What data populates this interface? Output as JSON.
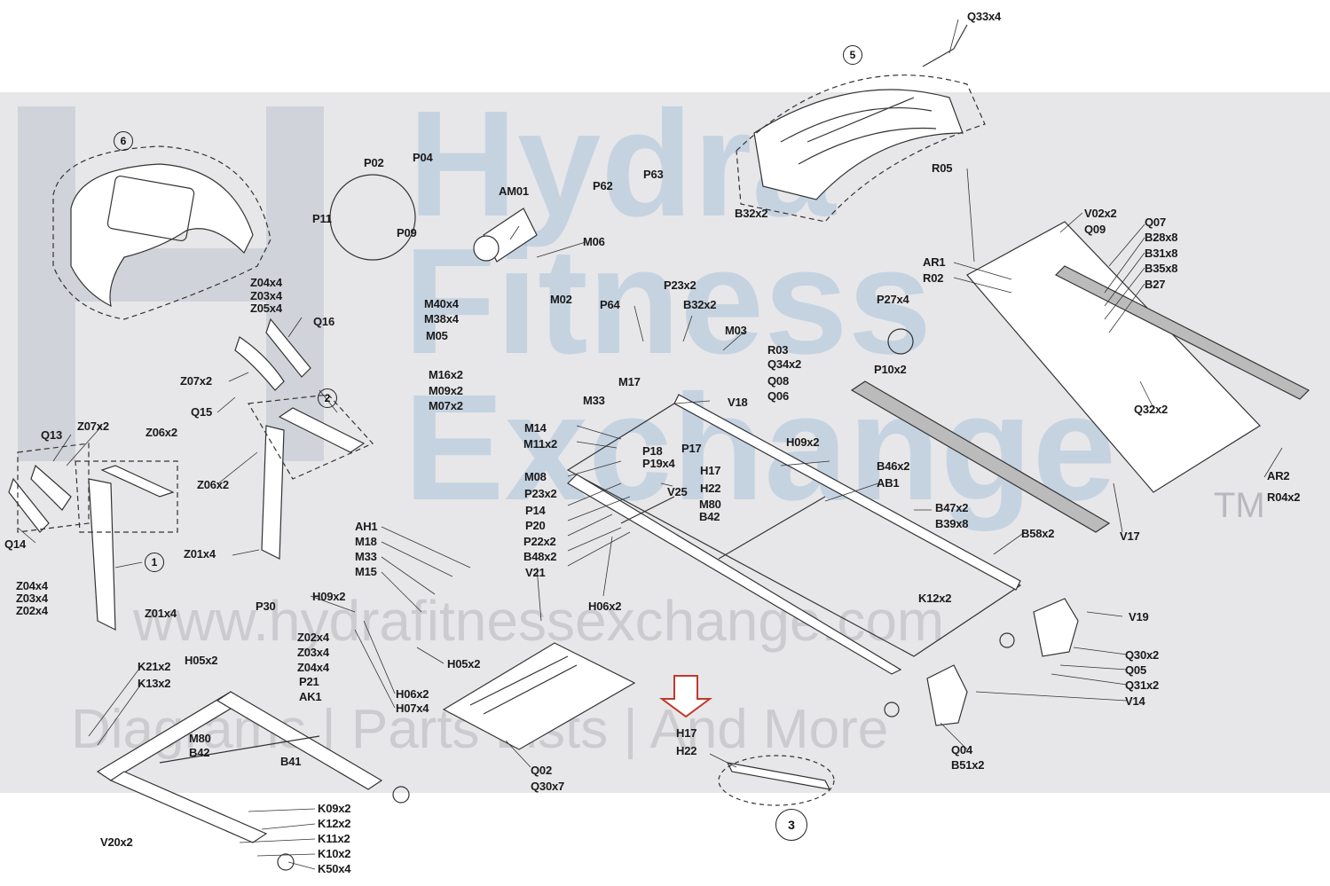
{
  "watermark": {
    "brand_lines": [
      "Hydra",
      "Fitness",
      "Exchange"
    ],
    "trademark": "TM",
    "url": "www.hydrafitnessexchange.com",
    "tagline": "Diagrams | Parts Lists | And More"
  },
  "callouts": [
    {
      "id": "1",
      "label": "1"
    },
    {
      "id": "2",
      "label": "2"
    },
    {
      "id": "3",
      "label": "3"
    },
    {
      "id": "5",
      "label": "5"
    },
    {
      "id": "6",
      "label": "6"
    }
  ],
  "labels": [
    "Q33x4",
    "R05",
    "B32x2",
    "V02x2",
    "Q09",
    "Q07",
    "B28x8",
    "B31x8",
    "B35x8",
    "B27",
    "AR1",
    "R02",
    "P27x4",
    "R03",
    "Q34x2",
    "P10x2",
    "Q08",
    "Q06",
    "Q32x2",
    "AR2",
    "R04x2",
    "V17",
    "P02",
    "P04",
    "P11",
    "P09",
    "AM01",
    "M06",
    "P62",
    "P63",
    "M40x4",
    "M38x4",
    "M05",
    "M02",
    "P64",
    "P23x2",
    "B32x2",
    "M03",
    "M16x2",
    "M09x2",
    "M07x2",
    "M33",
    "M17",
    "V18",
    "M14",
    "M11x2",
    "P18",
    "P17",
    "P19x4",
    "H09x2",
    "M08",
    "P23x2",
    "H17",
    "H22",
    "B46x2",
    "AB1",
    "V25",
    "P14",
    "P20",
    "P22x2",
    "B48x2",
    "M80",
    "B42",
    "B47x2",
    "B39x8",
    "B58x2",
    "V21",
    "H06x2",
    "K12x2",
    "V19",
    "Q30x2",
    "Q05",
    "Q31x2",
    "V14",
    "Q04",
    "B51x2",
    "Z04x4",
    "Z03x4",
    "Z05x4",
    "Q16",
    "Z07x2",
    "Q15",
    "Q13",
    "Z07x2",
    "Z06x2",
    "Z06x2",
    "Q14",
    "Z01x4",
    "Z04x4",
    "Z03x4",
    "Z02x4",
    "Z01x4",
    "P30",
    "AH1",
    "M18",
    "M33",
    "M15",
    "H09x2",
    "Z02x4",
    "Z03x4",
    "Z04x4",
    "H05x2",
    "P21",
    "AK1",
    "K21x2",
    "K13x2",
    "H05x2",
    "H06x2",
    "H07x4",
    "M80",
    "B42",
    "B41",
    "Q02",
    "Q30x7",
    "H17",
    "H22",
    "K09x2",
    "K12x2",
    "K11x2",
    "K10x2",
    "K50x4",
    "V20x2"
  ],
  "colors": {
    "band": "#e7e7e9",
    "watermark_blue": "#8fb5d6",
    "watermark_gray": "#9a9aa2",
    "line": "#333333",
    "arrow": "#c0392b"
  },
  "icons": [
    "down-arrow-icon"
  ]
}
